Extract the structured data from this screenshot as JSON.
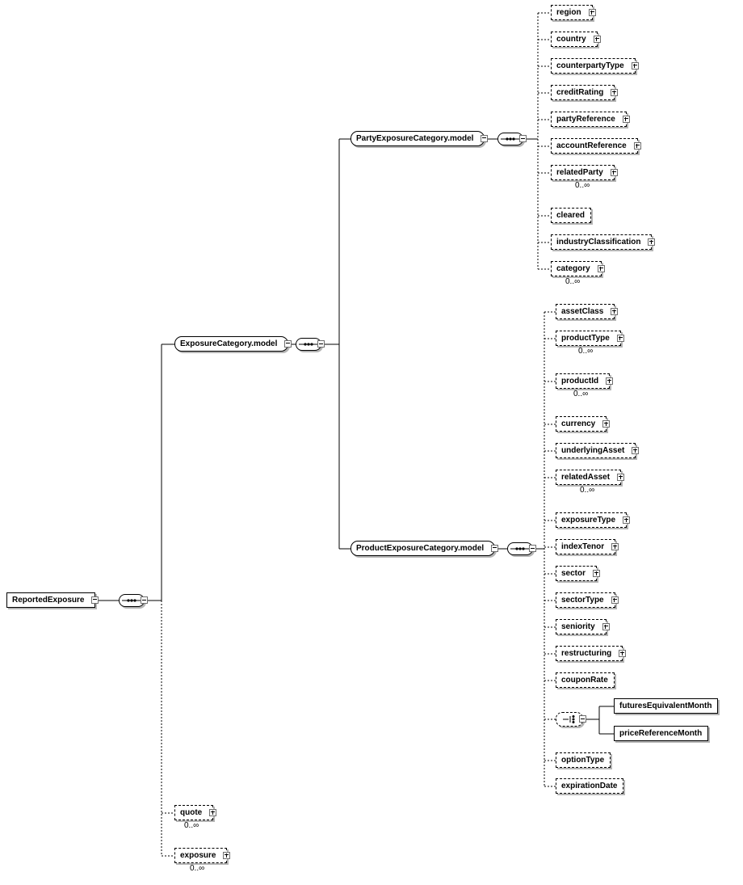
{
  "nodes": {
    "reportedExposure": {
      "label": "ReportedExposure"
    },
    "exposureCategoryModel": {
      "label": "ExposureCategory.model"
    },
    "partyExposureCategoryModel": {
      "label": "PartyExposureCategory.model"
    },
    "productExposureCategoryModel": {
      "label": "ProductExposureCategory.model"
    },
    "region": {
      "label": "region"
    },
    "country": {
      "label": "country"
    },
    "counterpartyType": {
      "label": "counterpartyType"
    },
    "creditRating": {
      "label": "creditRating"
    },
    "partyReference": {
      "label": "partyReference"
    },
    "accountReference": {
      "label": "accountReference"
    },
    "relatedParty": {
      "label": "relatedParty",
      "occurrence": "0..∞"
    },
    "cleared": {
      "label": "cleared"
    },
    "industryClassification": {
      "label": "industryClassification"
    },
    "category": {
      "label": "category",
      "occurrence": "0..∞"
    },
    "assetClass": {
      "label": "assetClass"
    },
    "productType": {
      "label": "productType",
      "occurrence": "0..∞"
    },
    "productId": {
      "label": "productId",
      "occurrence": "0..∞"
    },
    "currency": {
      "label": "currency"
    },
    "underlyingAsset": {
      "label": "underlyingAsset"
    },
    "relatedAsset": {
      "label": "relatedAsset",
      "occurrence": "0..∞"
    },
    "exposureType": {
      "label": "exposureType"
    },
    "indexTenor": {
      "label": "indexTenor"
    },
    "sector": {
      "label": "sector"
    },
    "sectorType": {
      "label": "sectorType"
    },
    "seniority": {
      "label": "seniority"
    },
    "restructuring": {
      "label": "restructuring"
    },
    "couponRate": {
      "label": "couponRate"
    },
    "futuresEquivalentMonth": {
      "label": "futuresEquivalentMonth"
    },
    "priceReferenceMonth": {
      "label": "priceReferenceMonth"
    },
    "optionType": {
      "label": "optionType"
    },
    "expirationDate": {
      "label": "expirationDate"
    },
    "quote": {
      "label": "quote",
      "occurrence": "0..∞"
    },
    "exposure": {
      "label": "exposure",
      "occurrence": "0..∞"
    }
  },
  "colors": {
    "border": "#000000",
    "shadow": "#b4b4b4",
    "background": "#ffffff",
    "text": "#000000"
  }
}
